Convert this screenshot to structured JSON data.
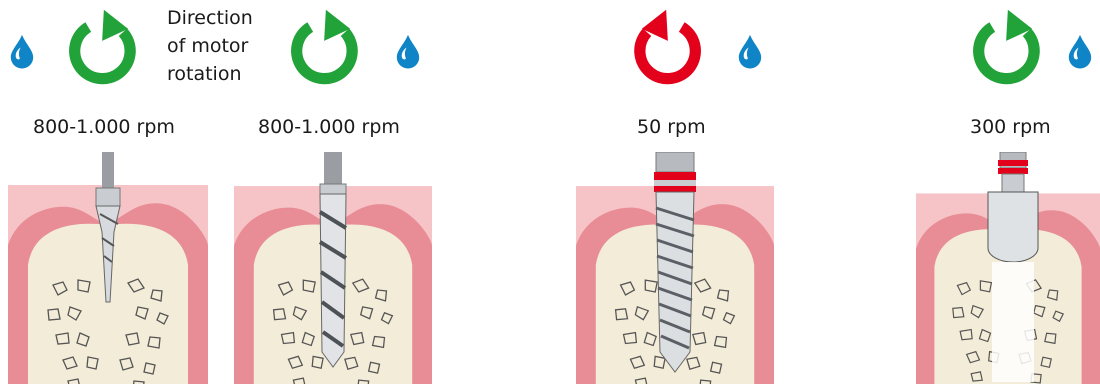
{
  "legend": {
    "line1": "Direction",
    "line2": "of motor",
    "line3": "rotation"
  },
  "steps": [
    {
      "rpm": "800-1.000 rpm",
      "rotation": "clockwise",
      "coolant": "water-drop-icon",
      "tool": "pilot-drill"
    },
    {
      "rpm": "800-1.000 rpm",
      "rotation": "clockwise",
      "coolant": "water-drop-icon",
      "tool": "twist-drill"
    },
    {
      "rpm": "50 rpm",
      "rotation": "counterclockwise",
      "coolant": "water-drop-icon",
      "tool": "tap-drill"
    },
    {
      "rpm": "300 rpm",
      "rotation": "clockwise",
      "coolant": "water-drop-icon",
      "tool": "bone-condenser"
    }
  ],
  "colors": {
    "clockwise_arrow": "#22a33a",
    "counterclockwise_arrow": "#e3001b",
    "water_drop": "#0f84c6",
    "gum": "#e88d95",
    "gum_light": "#f6c3c7",
    "bone": "#f3ecd8",
    "steel": "#c9ccd0"
  }
}
